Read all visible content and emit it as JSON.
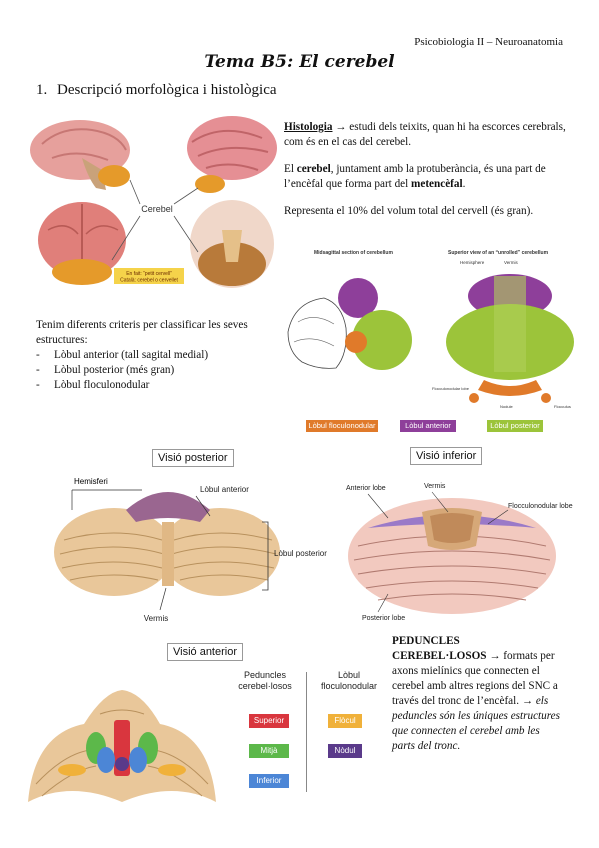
{
  "header": {
    "course": "Psicobiologia II – Neuroanatomia"
  },
  "title": "Tema B5: El cerebel",
  "section": {
    "number": "1.",
    "title": "Descripció morfològica i histològica"
  },
  "intro": {
    "histology_term": "Histologia",
    "histology_text": "→ estudi dels teixits, quan hi ha escorces cerebrals, com és en el cas del cerebel.",
    "p2_a": "El ",
    "p2_cerebel": "cerebel",
    "p2_b": ", juntament amb la protuberància, és una part de l’encèfal que forma part del ",
    "p2_met": "metencèfal",
    "p2_c": ".",
    "p3": "Representa el 10% del volum total del cervell (és gran)."
  },
  "fig_brain": {
    "label": "Cerebel",
    "note_1": "En fait: “petit cervell”",
    "note_2": "Català: cerebel o cervellet"
  },
  "classification": {
    "intro": "Tenim diferents criteris per classificar les seves estructures:",
    "items": [
      "Lòbul anterior (tall sagital medial)",
      "Lòbul posterior (més gran)",
      "Lòbul floculonodular"
    ]
  },
  "fig_diagram": {
    "left_caption": "Midsagittal section of cerebellum",
    "right_caption": "Superior view of an “unrolled” cerebellum",
    "hemisphere": "Hemisphere",
    "vermis": "Vermis",
    "flocc_lobe": "Flocculonodular lobe",
    "nodule": "Nodule",
    "flocculus": "Flocculus"
  },
  "legend_chips": [
    {
      "label": "Lòbul floculonodular",
      "color": "#e07a2a"
    },
    {
      "label": "Lòbul anterior",
      "color": "#8e3f9a"
    },
    {
      "label": "Lòbul posterior",
      "color": "#9cc43a"
    }
  ],
  "posterior_view": {
    "title": "Visió posterior",
    "hemisferi": "Hemisferi",
    "anterior": "Lòbul anterior",
    "posterior": "Lòbul posterior",
    "vermis": "Vermis"
  },
  "inferior_view": {
    "title": "Visió inferior",
    "anterior_lobe": "Anterior lobe",
    "vermis": "Vermis",
    "flocc_lobe": "Flocculonodular lobe",
    "posterior_lobe": "Posterior lobe"
  },
  "anterior_view": {
    "title": "Visió anterior",
    "col1_title": "Peduncles cerebel·losos",
    "col2_title": "Lòbul floculonodular",
    "ped": [
      {
        "label": "Superior",
        "color": "#d9363e"
      },
      {
        "label": "Mitjà",
        "color": "#5cb84a"
      },
      {
        "label": "Inferior",
        "color": "#4c86d6"
      }
    ],
    "floc": [
      {
        "label": "Flòcul",
        "color": "#f0b13a"
      },
      {
        "label": "Nòdul",
        "color": "#5a3a8a"
      }
    ]
  },
  "peduncles": {
    "heading_1": "PEDUNCLES",
    "heading_2": "CEREBEL·LOSOS",
    "text": "→ formats per axons mielínics que connecten el cerebel amb altres regions del SNC a través del tronc de l’encèfal. →",
    "italic": "els peduncles són les úniques estructures que connecten el cerebel amb les parts del tronc."
  },
  "colors": {
    "brain_pink": "#e8a3a0",
    "cerebellum_orange": "#e59a2a",
    "brown": "#b87a3a",
    "tissue": "#e9c79a"
  }
}
